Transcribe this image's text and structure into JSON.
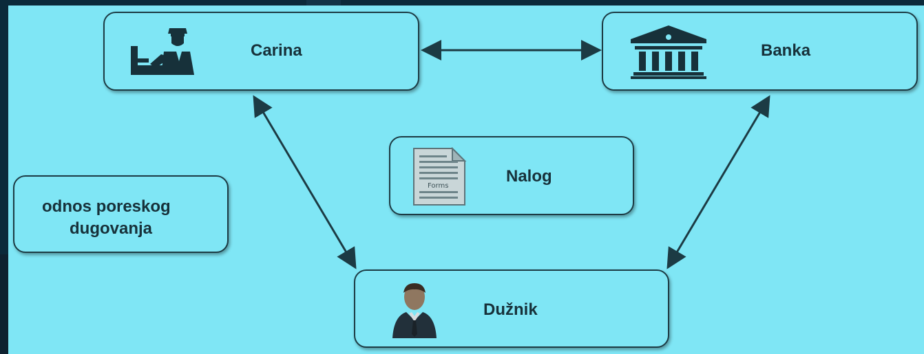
{
  "diagram": {
    "nodes": {
      "carina": {
        "label": "Carina",
        "icon": "customs-officer-icon"
      },
      "banka": {
        "label": "Banka",
        "icon": "bank-building-icon"
      },
      "nalog": {
        "label": "Nalog",
        "icon": "form-document-icon"
      },
      "duznik": {
        "label": "Dužnik",
        "icon": "person-avatar-icon"
      },
      "note": {
        "line1": "odnos poreskog",
        "line2": "dugovanja"
      }
    },
    "form_icon_text": "Forms",
    "edges": [
      {
        "from": "carina",
        "to": "banka",
        "type": "bidirectional"
      },
      {
        "from": "carina",
        "to": "duznik",
        "type": "bidirectional"
      },
      {
        "from": "banka",
        "to": "duznik",
        "type": "bidirectional"
      }
    ],
    "colors": {
      "panel": "#7fe6f5",
      "frame": "#0b2a3a",
      "stroke": "#1c3b44",
      "text": "#17313a"
    }
  }
}
